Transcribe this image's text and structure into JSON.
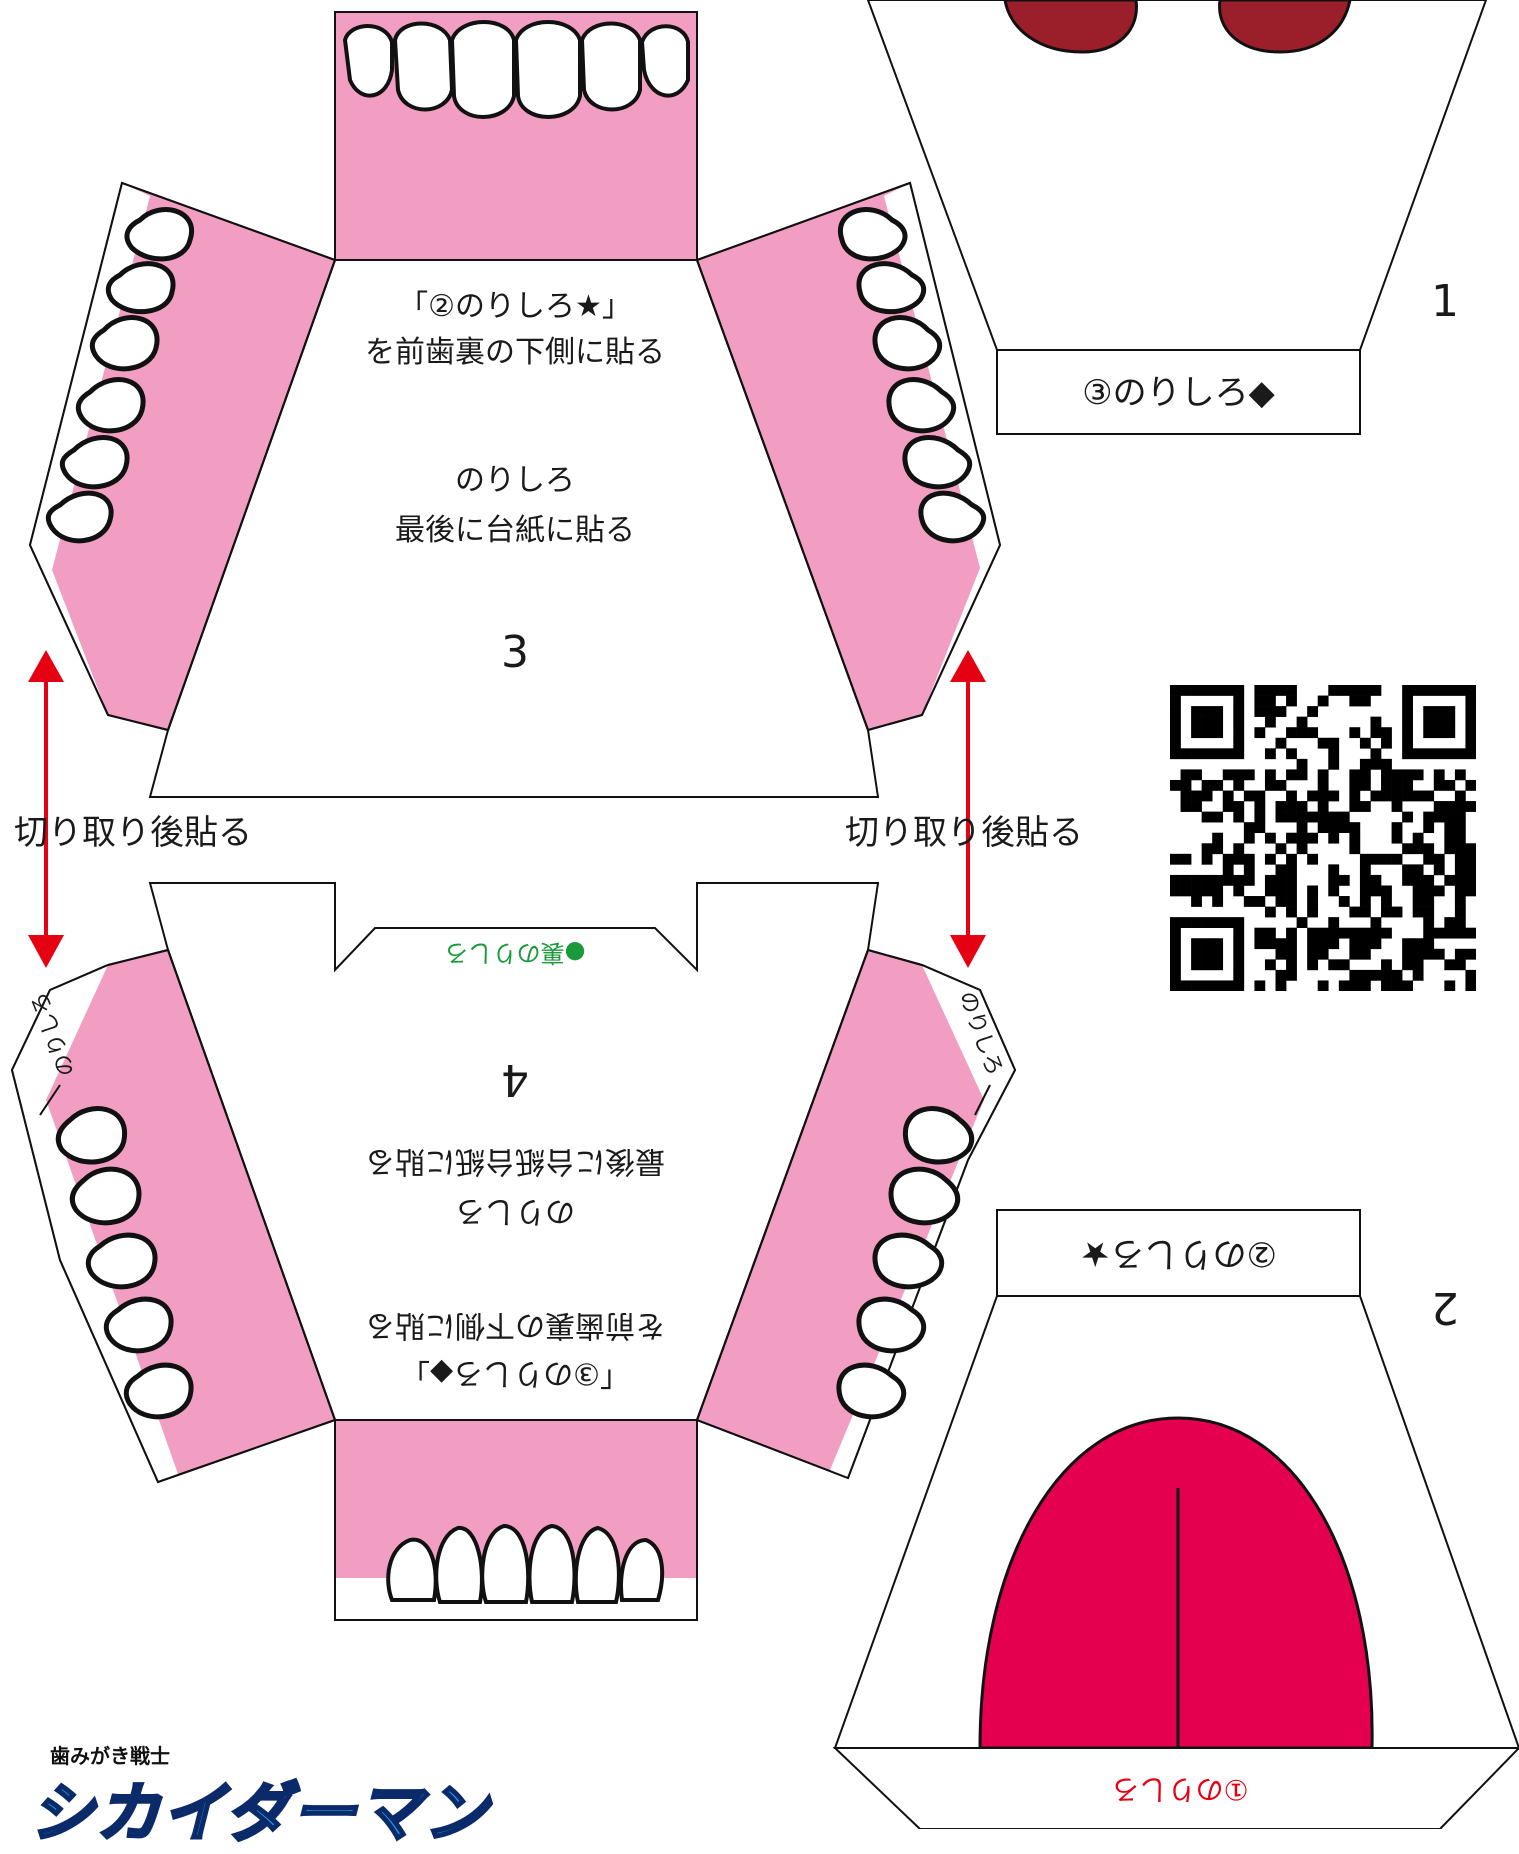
{
  "colors": {
    "gum": "#f19ec2",
    "tongue": "#e5004f",
    "lip": "#9b1f2a",
    "arrow": "#e50012",
    "green_text": "#1a9a3a",
    "red_text": "#e50012",
    "brand_blue": "#1e9be0"
  },
  "panel3": {
    "tab_glue_line1": "「②のりしろ★」",
    "tab_glue_line2": "を前歯裏の下側に貼る",
    "glue_line1": "のりしろ",
    "glue_line2": "最後に台紙に貼る",
    "number": "3"
  },
  "panel4": {
    "tab_glue_line1": "「③のりしろ◆」",
    "tab_glue_line2": "を前歯裏の下側に貼る",
    "glue_line1": "のりしろ",
    "glue_line2": "最後に台紙台紙に貼る",
    "number": "4",
    "back_glue": "●裏のりしろ",
    "side_glue_left": "のりしろ",
    "side_glue_right": "のりしろ"
  },
  "panel1": {
    "tab_label": "③のりしろ◆",
    "number": "1"
  },
  "panel2": {
    "tab_label": "②のりしろ★",
    "number": "2",
    "bottom_glue": "①のりしろ"
  },
  "instructions": {
    "left": "切り取り後貼る",
    "right": "切り取り後貼る"
  },
  "icons": {
    "qr": "qr-code-icon",
    "arrows": "double-arrow-icon"
  },
  "brand": {
    "subtitle": "歯みがき戦士",
    "title": "シカイダーマン"
  }
}
